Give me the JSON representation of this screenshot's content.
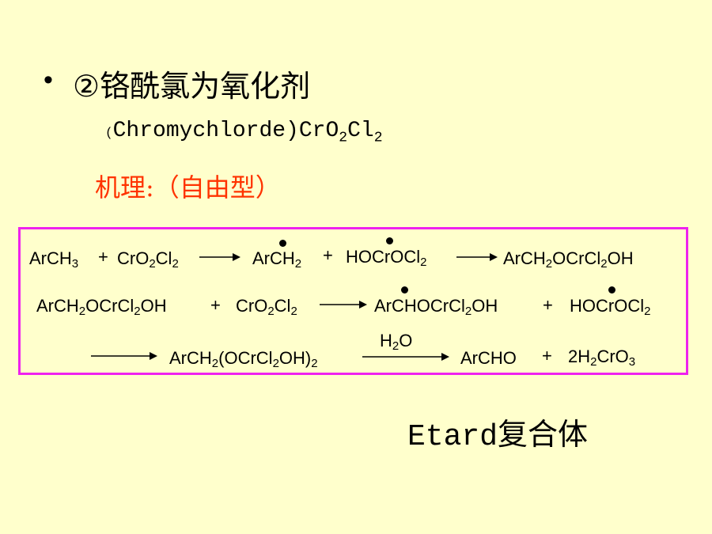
{
  "bullet": "•",
  "title": "②铬酰氯为氧化剂",
  "subtitle": {
    "open_paren": "(",
    "name": "Chromychlorde)",
    "formula": "CrO",
    "sub1": "2",
    "formula2": "Cl",
    "sub2": "2"
  },
  "mechanism": "机理:（自由型）",
  "box_color": "#ee22ee",
  "equations": {
    "r1_a": {
      "t1": "ArCH",
      "s1": "3"
    },
    "r1_plus1": "+",
    "r1_b": {
      "t1": "CrO",
      "s1": "2",
      "t2": "Cl",
      "s2": "2"
    },
    "r1_c": {
      "t1": "ArCH",
      "s1": "2"
    },
    "r1_plus2": "+",
    "r1_d": {
      "t1": "HOCrOCl",
      "s1": "2"
    },
    "r1_e": {
      "t1": "ArCH",
      "s1": "2",
      "t2": "OCrCl",
      "s2": "2",
      "t3": "OH"
    },
    "r2_a": {
      "t1": "ArCH",
      "s1": "2",
      "t2": "OCrCl",
      "s2": "2",
      "t3": "OH"
    },
    "r2_plus1": "+",
    "r2_b": {
      "t1": "CrO",
      "s1": "2",
      "t2": "Cl",
      "s2": "2"
    },
    "r2_c": {
      "t1": "ArCHOCrCl",
      "s1": "2",
      "t2": "OH"
    },
    "r2_plus2": "+",
    "r2_d": {
      "t1": "HOCrOCl",
      "s1": "2"
    },
    "r3_a": {
      "t1": "ArCH",
      "s1": "2",
      "t2": "(OCrCl",
      "s2": "2",
      "t3": "OH)",
      "s3": "2"
    },
    "r3_h2o": {
      "t1": "H",
      "s1": "2",
      "t2": "O"
    },
    "r3_b": "ArCHO",
    "r3_plus": "+",
    "r3_c": {
      "t1": "2H",
      "s1": "2",
      "t2": "CrO",
      "s2": "3"
    }
  },
  "etard": {
    "latin": "Etard",
    "cjk": "复合体"
  }
}
